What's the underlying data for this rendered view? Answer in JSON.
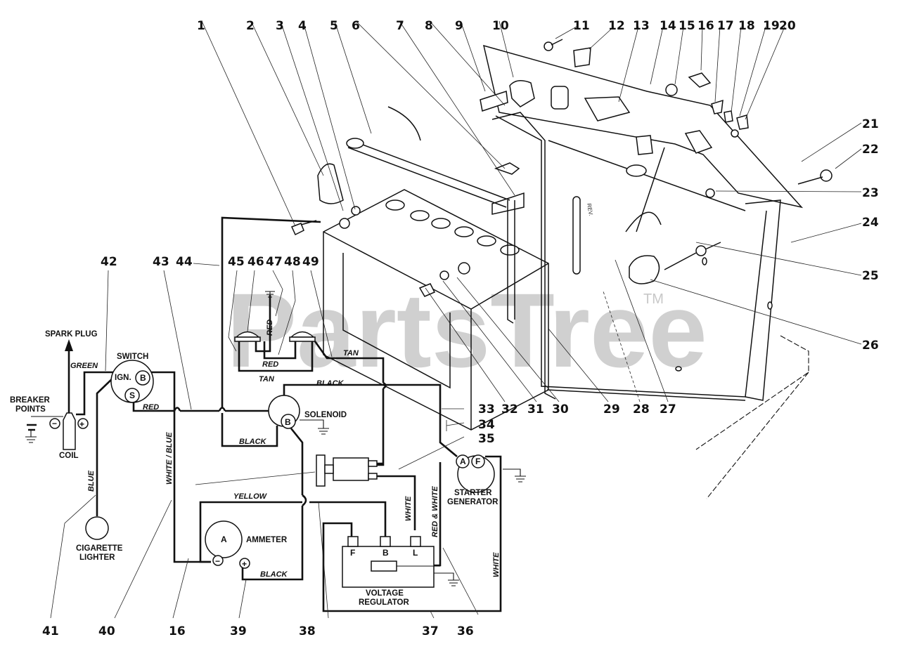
{
  "watermark": {
    "text": "PartsTree",
    "tm": "TM"
  },
  "callouts": {
    "n1": "1",
    "n2": "2",
    "n3": "3",
    "n4": "4",
    "n5": "5",
    "n6": "6",
    "n7": "7",
    "n8": "8",
    "n9": "9",
    "n10": "10",
    "n11": "11",
    "n12": "12",
    "n13": "13",
    "n14": "14",
    "n15": "15",
    "n16": "16",
    "n17": "17",
    "n18": "18",
    "n19": "19",
    "n20": "20",
    "n21": "21",
    "n22": "22",
    "n23": "23",
    "n24": "24",
    "n25": "25",
    "n26": "26",
    "n27": "27",
    "n28": "28",
    "n29": "29",
    "n30": "30",
    "n31": "31",
    "n32": "32",
    "n33": "33",
    "n34": "34",
    "n35": "35",
    "n36": "36",
    "n37": "37",
    "n38": "38",
    "n39": "39",
    "n40": "40",
    "n41": "41",
    "n42": "42",
    "n43": "43",
    "n44": "44",
    "n45": "45",
    "n46": "46",
    "n47": "47",
    "n48": "48",
    "n49": "49"
  },
  "components": {
    "spark_plug": "SPARK PLUG",
    "switch": "SWITCH",
    "switch_ign": "IGN.",
    "switch_b": "B",
    "switch_s": "S",
    "breaker_points_1": "BREAKER",
    "breaker_points_2": "POINTS",
    "coil": "COIL",
    "coil_minus": "−",
    "coil_plus": "+",
    "solenoid": "SOLENOID",
    "solenoid_b": "B",
    "ammeter": "AMMETER",
    "ammeter_a": "A",
    "ammeter_minus": "−",
    "ammeter_plus": "+",
    "cigarette_lighter_1": "CIGARETTE",
    "cigarette_lighter_2": "LIGHTER",
    "starter_generator_1": "STARTER",
    "starter_generator_2": "GENERATOR",
    "sg_a": "A",
    "sg_f": "F",
    "voltage_regulator_1": "VOLTAGE",
    "voltage_regulator_2": "REGULATOR",
    "vr_f": "F",
    "vr_b": "B",
    "vr_l": "L"
  },
  "wires": {
    "green": "GREEN",
    "red_switch": "RED",
    "blue": "BLUE",
    "white_blue": "WHITE / BLUE",
    "red_lamp": "RED",
    "red_vertical": "RED",
    "tan_lamp": "TAN",
    "tan_right": "TAN",
    "black_top": "BLACK",
    "black_solenoid": "BLACK",
    "yellow": "YELLOW",
    "black_ammeter": "BLACK",
    "white_reg": "WHITE",
    "red_white": "RED & WHITE",
    "white_right": "WHITE"
  }
}
